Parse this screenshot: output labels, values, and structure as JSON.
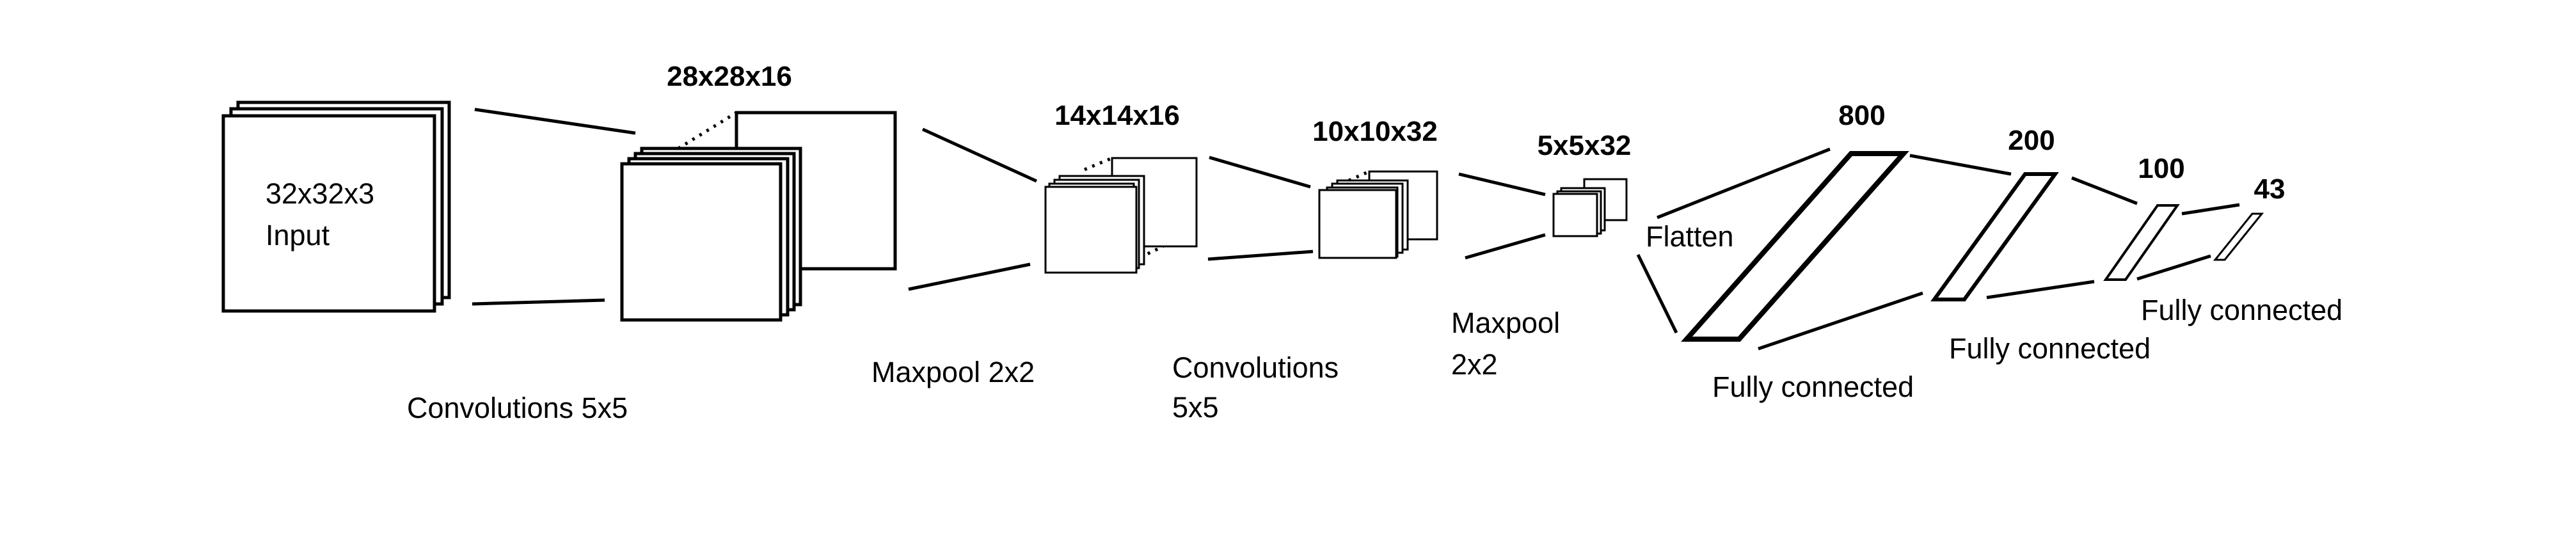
{
  "layers": {
    "input": {
      "text": "32x32x3",
      "sub": "Input"
    },
    "conv1": {
      "dims": "28x28x16",
      "label": "Convolutions 5x5"
    },
    "pool1": {
      "dims": "14x14x16",
      "label": "Maxpool 2x2"
    },
    "conv2": {
      "dims": "10x10x32",
      "label_l1": "Convolutions",
      "label_l2": "5x5"
    },
    "pool2": {
      "dims": "5x5x32",
      "label_l1": "Maxpool",
      "label_l2": "2x2"
    },
    "flatten": {
      "label": "Flatten"
    },
    "fc1": {
      "dims": "800",
      "label": "Fully connected"
    },
    "fc2": {
      "dims": "200",
      "label": "Fully connected"
    },
    "fc3": {
      "dims": "100",
      "label": "Fully connected"
    },
    "output": {
      "dims": "43"
    }
  }
}
